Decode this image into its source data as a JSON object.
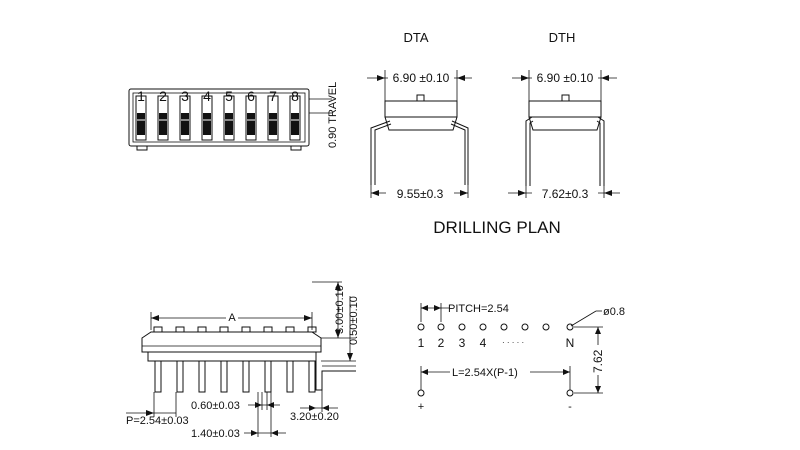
{
  "top_view": {
    "switch_numbers": [
      "1",
      "2",
      "3",
      "4",
      "5",
      "6",
      "7",
      "8"
    ],
    "travel_label": "0.90 TRAVEL"
  },
  "dta": {
    "title": "DTA",
    "top_width": "6.90 ±0.10",
    "pin_span": "9.55±0.3"
  },
  "dth": {
    "title": "DTH",
    "top_width": "6.90 ±0.10",
    "pin_span": "7.62±0.3"
  },
  "drilling_plan": {
    "title": "DRILLING PLAN",
    "pitch": "PITCH=2.54",
    "hole": "ø0.8",
    "hole_labels": [
      "1",
      "2",
      "3",
      "4",
      "N"
    ],
    "ellipsis": "· · · · ·",
    "length": "L=2.54X(P-1)",
    "row_spacing": "7.62",
    "plus": "+",
    "minus": "-"
  },
  "side_view": {
    "length_label": "A",
    "height_upper": "3.00±0.10",
    "height_lower": "0.50±0.10",
    "pitch": "P=2.54±0.03",
    "pin_width": "0.60±0.03",
    "pin_base": "1.40±0.03",
    "pin_length": "3.20±0.20"
  }
}
